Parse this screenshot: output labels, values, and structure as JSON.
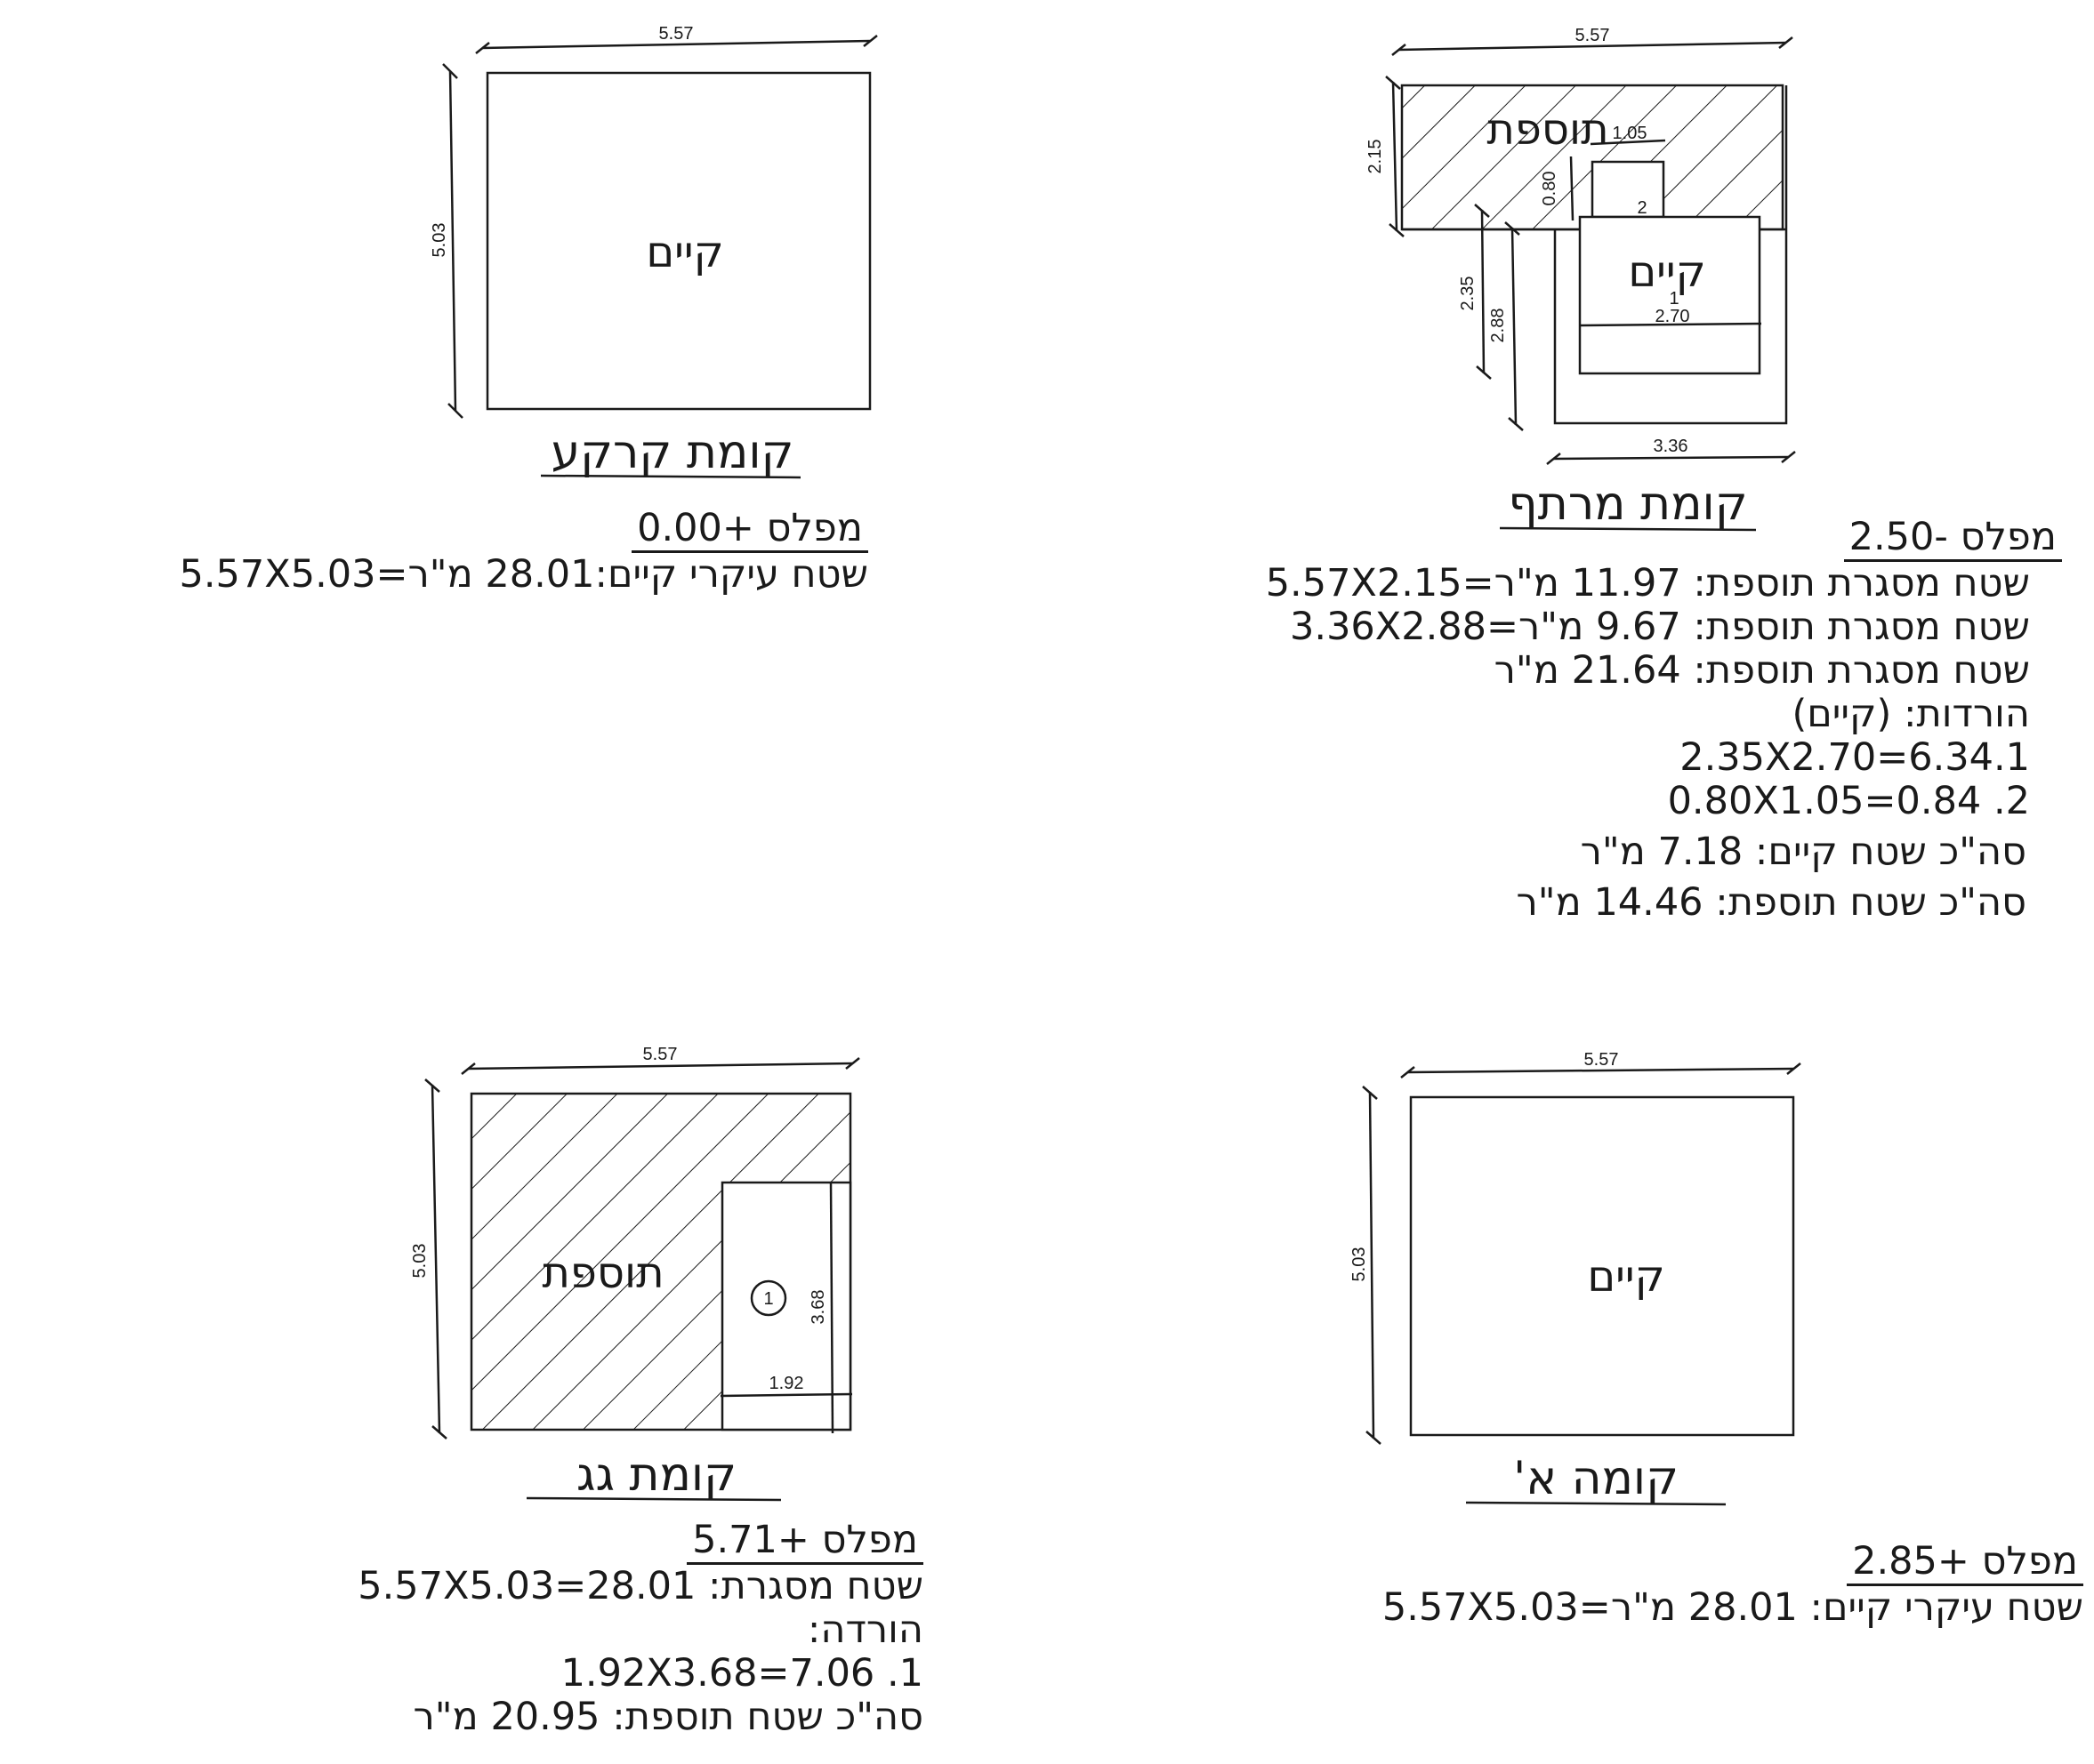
{
  "plans": {
    "ground": {
      "title": "קומת קרקע",
      "room_label": "קיים",
      "width": "5.57",
      "height": "5.03"
    },
    "basement": {
      "title": "קומת מרתף",
      "addition_label": "תוספת",
      "existing_label": "קיים",
      "dim_top": "5.57",
      "dim_215": "2.15",
      "dim_105": "1.05",
      "dim_080": "0.80",
      "dim_235": "2.35",
      "dim_288": "2.88",
      "dim_270": "2.70",
      "dim_336": "3.36",
      "marker_1": "1",
      "marker_2": "2"
    },
    "roof": {
      "title": "קומת גג",
      "addition_label": "תוספת",
      "width": "5.57",
      "height": "5.03",
      "dim_368": "3.68",
      "dim_192": "1.92",
      "marker_1": "1"
    },
    "first": {
      "title": "קומה א'",
      "room_label": "קיים",
      "width": "5.57",
      "height": "5.03"
    }
  },
  "notes": {
    "ground": {
      "elevation": "מפלס +0.00",
      "lines": [
        "שטח עיקרי קיים:28.01 מ\"ר=5.57X5.03"
      ]
    },
    "basement": {
      "elevation": "מפלס -2.50",
      "lines": [
        "שטח מסגרת תוספת: 11.97 מ\"ר=5.57X2.15",
        "שטח מסגרת תוספת: 9.67 מ\"ר=3.36X2.88",
        "שטח מסגרת תוספת: 21.64 מ\"ר",
        "הורדות: (קיים)",
        "2.35X2.70=6.34.1",
        "0.80X1.05=0.84 .2",
        "סה\"כ שטח קיים: 7.18 מ\"ר",
        "סה\"כ שטח תוספת: 14.46 מ\"ר"
      ]
    },
    "roof": {
      "elevation": "מפלס +5.71",
      "lines": [
        "שטח מסגרת: 5.57X5.03=28.01",
        "הורדה:",
        "1.92X3.68=7.06 .1",
        "סה\"כ שטח תוספת: 20.95 מ\"ר"
      ]
    },
    "first": {
      "elevation": "מפלס +2.85",
      "lines": [
        "שטח עיקרי קיים: 28.01 מ\"ר=5.57X5.03"
      ]
    }
  }
}
